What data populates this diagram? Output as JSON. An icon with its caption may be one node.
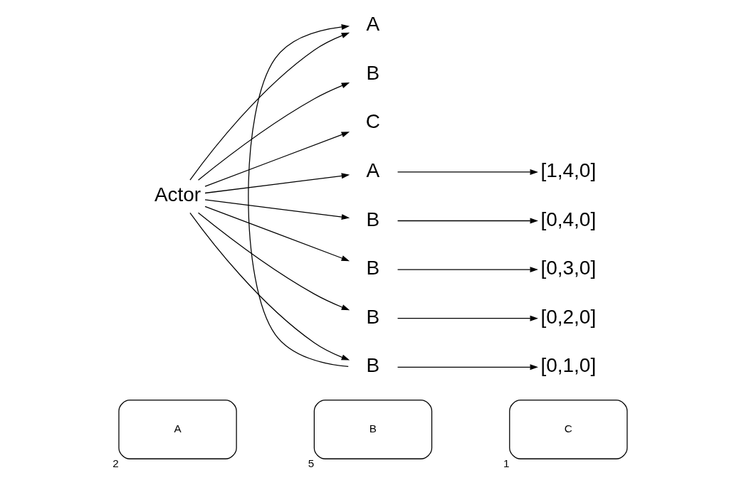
{
  "diagram": {
    "nodes": [
      {
        "text": [
          "A"
        ],
        "beside": [
          "2"
        ]
      },
      {
        "text": [
          "B"
        ],
        "beside": [
          "5"
        ]
      },
      {
        "text": [
          "C"
        ],
        "beside": [
          "1"
        ]
      },
      {
        "text": [
          "Actor"
        ]
      },
      {
        "text": [
          "A"
        ]
      },
      {
        "text": [
          "B"
        ]
      },
      {
        "text": [
          "C"
        ]
      },
      {
        "text": [
          "A"
        ]
      },
      {
        "text": [
          "B"
        ]
      },
      {
        "text": [
          "B"
        ]
      },
      {
        "text": [
          "B"
        ]
      },
      {
        "text": [
          "B"
        ]
      },
      {
        "text": [
          "[1,4,0]"
        ]
      },
      {
        "text": [
          "[0,4,0]"
        ]
      },
      {
        "text": [
          "[0,3,0]"
        ]
      },
      {
        "text": [
          "[0,2,0]"
        ]
      },
      {
        "text": [
          "[0,1,0]"
        ]
      }
    ],
    "edges": [
      {
        "from": 3,
        "to": 4,
        "arrow": "to"
      },
      {
        "from": 3,
        "to": 5,
        "arrow": "to"
      },
      {
        "from": 3,
        "to": 6,
        "arrow": "to"
      },
      {
        "from": 3,
        "to": 7,
        "arrow": "to"
      },
      {
        "from": 3,
        "to": 8,
        "arrow": "to"
      },
      {
        "from": 3,
        "to": 9,
        "arrow": "to"
      },
      {
        "from": 3,
        "to": 10,
        "arrow": "to"
      },
      {
        "from": 3,
        "to": 11,
        "arrow": "to"
      },
      {
        "from": 7,
        "to": 12,
        "arrow": "to"
      },
      {
        "from": 8,
        "to": 13,
        "arrow": "to"
      },
      {
        "from": 9,
        "to": 14,
        "arrow": "to"
      },
      {
        "from": 10,
        "to": 15,
        "arrow": "to"
      },
      {
        "from": 11,
        "to": 16,
        "arrow": "to"
      },
      {
        "from": 11,
        "to": 4,
        "arrow": "to"
      }
    ]
  }
}
